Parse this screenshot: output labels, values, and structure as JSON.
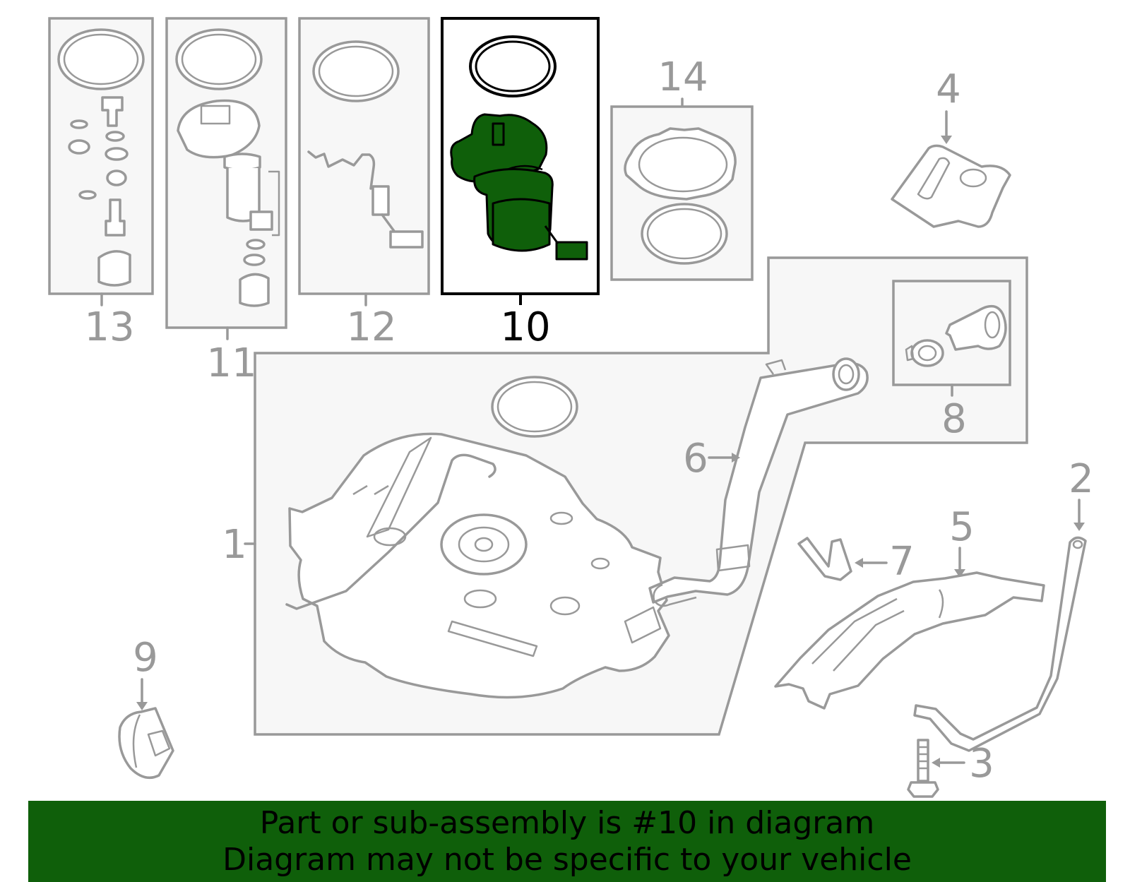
{
  "callouts": {
    "n1": "1",
    "n2": "2",
    "n3": "3",
    "n4": "4",
    "n5": "5",
    "n6": "6",
    "n7": "7",
    "n8": "8",
    "n9": "9",
    "n10": "10",
    "n11": "11",
    "n12": "12",
    "n13": "13",
    "n14": "14"
  },
  "highlighted_part": "10",
  "colors": {
    "highlight": "#0f5f0a",
    "callout": "#999999",
    "selected_callout": "#000000"
  },
  "banner": {
    "line1": "Part or sub-assembly is #10 in diagram",
    "line2": "Diagram may not be specific to your vehicle"
  }
}
